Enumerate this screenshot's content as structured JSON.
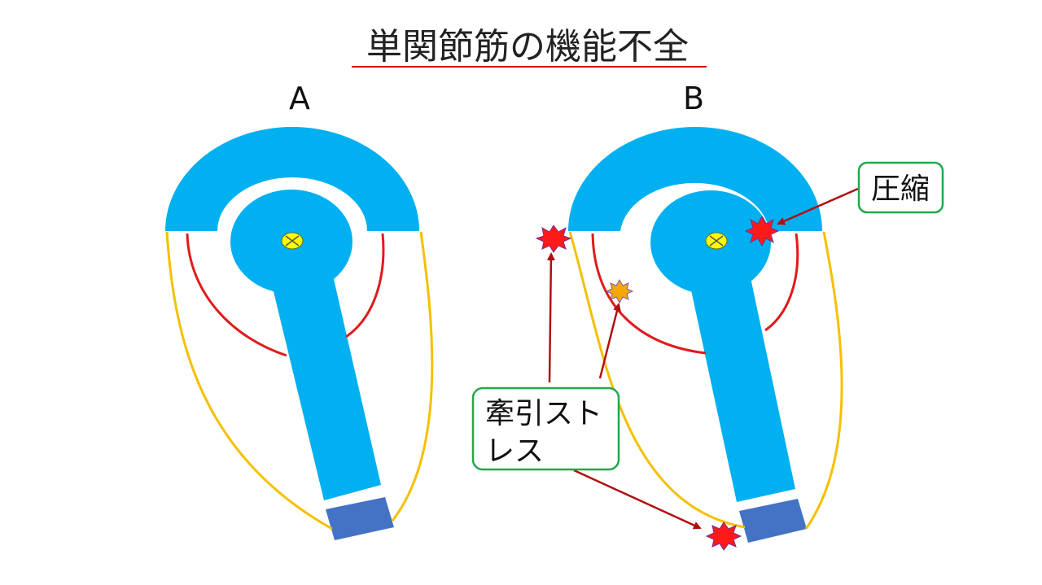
{
  "title": "単関節筋の機能不全",
  "panels": {
    "a_label": "A",
    "b_label": "B"
  },
  "callouts": {
    "compression": "圧縮",
    "traction_line1": "牽引スト",
    "traction_line2": "レス"
  },
  "colors": {
    "bone": "#00b0f0",
    "distal_block": "#4472c4",
    "joint_center": "#ffff00",
    "muscle_inner": "#e01b1b",
    "muscle_outer": "#f5c000",
    "arrow": "#b01010",
    "callout_border": "#22a84a",
    "stress_burst": "#ff1a1a",
    "minor_burst": "#f5a800",
    "title_underline": "#cc0000"
  }
}
